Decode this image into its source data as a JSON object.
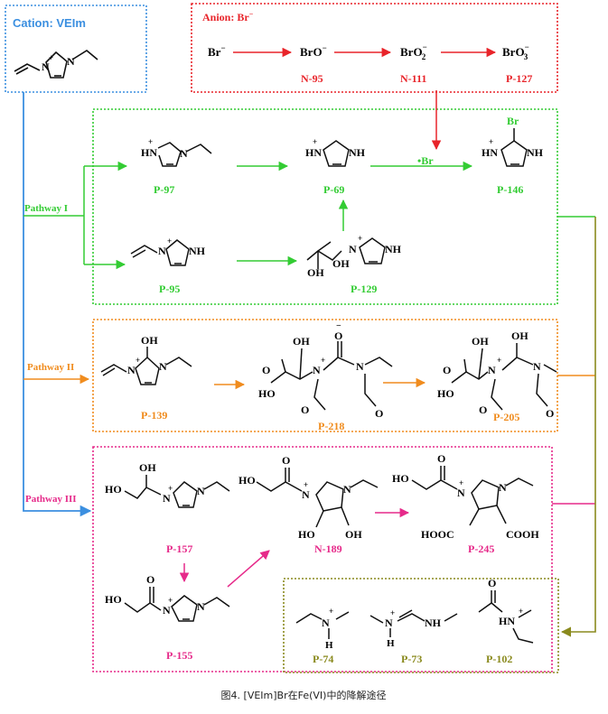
{
  "colors": {
    "cation": "#3b8fe0",
    "anion": "#e8242a",
    "pathway1": "#33cc33",
    "pathway2": "#f08c1e",
    "pathway3": "#e62a8a",
    "final": "#8a8a1e",
    "bond": "#111111"
  },
  "cation": {
    "label": "Cation: VEIm"
  },
  "anion": {
    "label": "Anion: Br",
    "label_sup": "−",
    "chain": [
      {
        "base": "Br",
        "sub": "",
        "sup": "−",
        "code": ""
      },
      {
        "base": "BrO",
        "sub": "",
        "sup": "−",
        "code": "N-95"
      },
      {
        "base": "BrO",
        "sub": "2",
        "sup": "−",
        "code": "N-111"
      },
      {
        "base": "BrO",
        "sub": "3",
        "sup": "−",
        "code": "P-127"
      }
    ]
  },
  "pathways": [
    {
      "label": "Pathway I"
    },
    {
      "label": "Pathway II"
    },
    {
      "label": "Pathway III"
    }
  ],
  "radical": "•Br",
  "products": {
    "p97": "P-97",
    "p69": "P-69",
    "p146": "P-146",
    "p95": "P-95",
    "p129": "P-129",
    "p139": "P-139",
    "p218": "P-218",
    "p205": "P-205",
    "p157": "P-157",
    "p189": "N-189",
    "p245": "P-245",
    "p155": "P-155",
    "p74": "P-74",
    "p73": "P-73",
    "p102": "P-102"
  },
  "atoms": {
    "N": "N",
    "NH": "NH",
    "HN": "HN",
    "H": "H",
    "OH": "OH",
    "O": "O",
    "Br": "Br",
    "COOH": "COOH",
    "HOOC": "HOOC",
    "HO": "HO",
    "plus": "+",
    "minus": "−"
  },
  "caption": "图4. [VEIm]Br在Fe(VI)中的降解途径"
}
